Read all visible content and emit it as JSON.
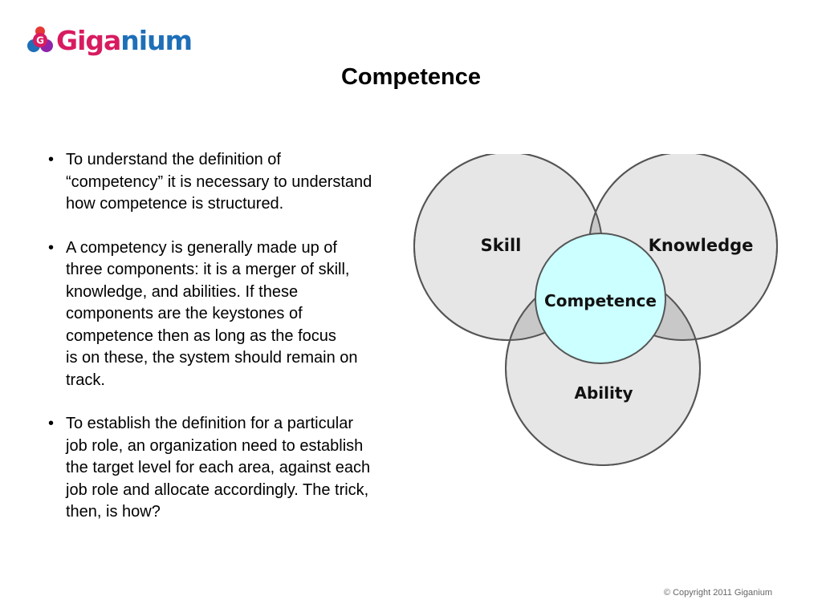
{
  "header": {
    "logo_text_part1": "Giga",
    "logo_text_part2": "nium",
    "logo_badge": "G",
    "title": "Competence"
  },
  "bullets": [
    "To understand the definition of\n“competency” it is necessary to understand\nhow competence is structured.",
    "A competency is generally made up of\nthree components: it is a merger of skill,\nknowledge, and abilities. If these\ncomponents are the keystones of\ncompetence then as long as the focus\nis on these, the system should remain on\ntrack.",
    "To establish the definition for a particular\njob role, an organization need to establish\nthe target level for each area, against each\njob role and allocate accordingly. The trick,\nthen, is how?"
  ],
  "bullet_symbol": "•",
  "diagram": {
    "skill": "Skill",
    "knowledge": "Knowledge",
    "ability": "Ability",
    "center": "Competence",
    "colors": {
      "outer_fill": "#e6e6e6",
      "overlap_fill": "#c8c8c8",
      "center_fill": "#ccffff",
      "stroke": "#555555"
    }
  },
  "footer": {
    "copyright": "© Copyright 2011 Giganium"
  }
}
